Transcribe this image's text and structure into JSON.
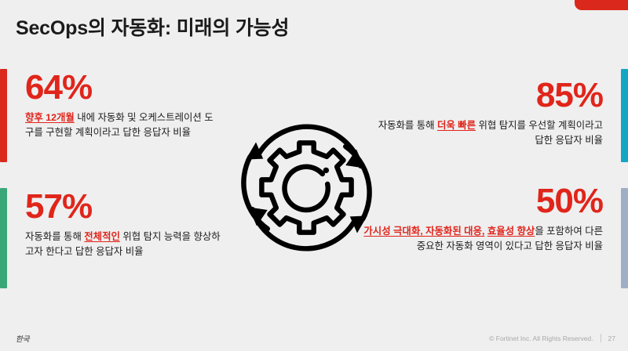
{
  "slide": {
    "title": "SecOps의 자동화: 미래의 가능성",
    "background_color": "#efefef"
  },
  "decor": {
    "top_bar_color": "#da291c"
  },
  "stats": [
    {
      "id": "stat-64",
      "percent": "64%",
      "accent_color": "#da291c",
      "position": "top-left",
      "highlight": "향후 12개월",
      "desc_rest": " 내에 자동화 및 오케스트레이션 도구를 구현할 계획이라고 답한 응답자 비율",
      "full_text": "향후 12개월 내에 자동화 및 오케스트레이션 도구를 구현할 계획이라고 답한 응답자 비율"
    },
    {
      "id": "stat-57",
      "percent": "57%",
      "accent_color": "#3aa778",
      "position": "bottom-left",
      "desc_lead": "자동화를 통해 ",
      "highlight": "전체적인",
      "desc_rest": " 위협 탐지 능력을 향상하고자 한다고 답한 응답자 비율",
      "full_text": "자동화를 통해 전체적인 위협 탐지 능력을 향상하고자 한다고 답한 응답자 비율"
    },
    {
      "id": "stat-85",
      "percent": "85%",
      "accent_color": "#12a5c4",
      "position": "top-right",
      "desc_lead": "자동화를 통해 ",
      "highlight": "더욱 빠른",
      "desc_rest": " 위협 탐지를 우선할 계획이라고 답한 응답자 비율",
      "full_text": "자동화를 통해 더욱 빠른 위협 탐지를 우선할 계획이라고 답한 응답자 비율"
    },
    {
      "id": "stat-50",
      "percent": "50%",
      "accent_color": "#9fadc6",
      "position": "bottom-right",
      "highlight": "가시성 극대화, 자동화된 대응,",
      "highlight2": "효율성 향상",
      "desc_rest": "을 포함하여 다른 중요한 자동화 영역이 있다고 답한 응답자 비율",
      "full_text": "가시성 극대화, 자동화된 대응, 효율성 향상을 포함하여 다른 중요한 자동화 영역이 있다고 답한 응답자 비율"
    }
  ],
  "center_icon": {
    "name": "gear-cycle-icon",
    "description": "automation gear with circular arrows"
  },
  "footer": {
    "locale": "한국",
    "copyright": "© Fortinet Inc. All Rights Reserved.",
    "page_number": "27"
  }
}
